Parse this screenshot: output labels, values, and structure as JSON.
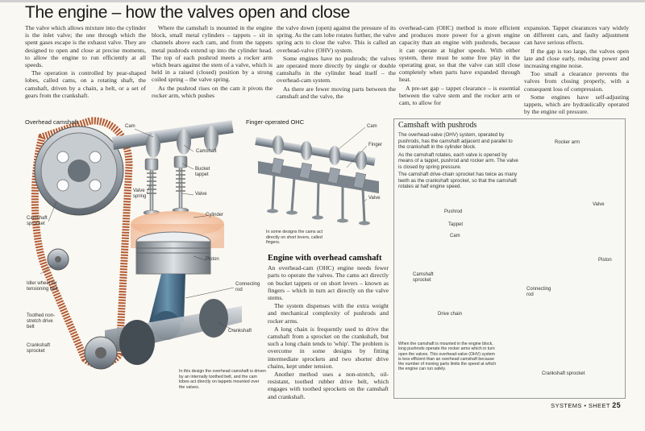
{
  "title": "The engine – how the valves open and close",
  "columns": {
    "col1": [
      "The valve which allows mixture into the cylinder is the inlet valve; the one through which the spent gases escape is the exhaust valve. They are designed to open and close at precise moments, to allow the engine to run efficiently at all speeds.",
      "The operation is controlled by pear-shaped lobes, called cams, on a rotating shaft, the camshaft, driven by a chain, a belt, or a set of gears from the crankshaft."
    ],
    "col2": [
      "Where the camshaft is mounted in the engine block, small metal cylinders – tappets – sit in channels above each cam, and from the tappets metal pushrods extend up into the cylinder head. The top of each pushrod meets a rocker arm which bears against the stem of a valve, which is held in a raised (closed) position by a strong coiled spring – the valve spring.",
      "As the pushrod rises on the cam it pivots the rocker arm, which pushes"
    ],
    "col3": [
      "the valve down (open) against the pressure of its spring. As the cam lobe rotates further, the valve spring acts to close the valve. This is called an overhead-valve (OHV) system.",
      "Some engines have no pushrods; the valves are operated more directly by single or double camshafts in the cylinder head itself – the overhead-cam system.",
      "As there are fewer moving parts between the camshaft and the valve, the"
    ],
    "col4": [
      "overhead-cam (OHC) method is more efficient and produces more power for a given engine capacity than an engine with pushrods, because it can operate at higher speeds. With either system, there must be some free play in the operating gear, so that the valve can still close completely when parts have expanded through heat.",
      "A pre-set gap – tappet clearance – is essential between the valve stem and the rocker arm or cam, to allow for"
    ],
    "col5": [
      "expansion. Tappet clearances vary widely on different cars, and faulty adjustment can have serious effects.",
      "If the gap is too large, the valves open late and close early, reducing power and increasing engine noise.",
      "Too small a clearance prevents the valves from closing properly, with a consequent loss of compression.",
      "Some engines have self-adjusting tappets, which are hydraulically operated by the engine oil pressure."
    ],
    "col6_heading": "Engine with overhead camshaft",
    "col6": [
      "An overhead-cam (OHC) engine needs fewer parts to operate the valves. The cams act directly on bucket tappets or on short levers – known as fingers – which in turn act directly on the valve stems.",
      "The system dispenses with the extra weight and mechanical complexity of pushrods and rocker arms.",
      "A long chain is frequently used to drive the camshaft from a sprocket on the crankshaft, but such a long chain tends to 'whip'. The problem is overcome in some designs by fitting intermediate sprockets and two shorter drive chains, kept under tension.",
      "Another method uses a non-stretch, oil-resistant, toothed rubber drive belt, which engages with toothed sprockets on the camshaft and crankshaft."
    ]
  },
  "ohc_diagram": {
    "title": "Overhead camshaft",
    "labels": {
      "cam": "Cam",
      "camshaft": "Camshaft",
      "bucket_tappet": "Bucket tappet",
      "valve_spring": "Valve spring",
      "valve": "Valve",
      "cylinder": "Cylinder",
      "camshaft_sprocket": "Camshaft sprocket",
      "piston": "Piston",
      "idler": "Idler wheel for tensioning belt",
      "connecting_rod": "Connecting rod",
      "toothed_belt": "Toothed non-stretch drive belt",
      "crankshaft": "Crankshaft",
      "crankshaft_sprocket": "Crankshaft sprocket"
    },
    "caption": "In this design the overhead camshaft is driven by an internally toothed belt, and the cam lobes act directly on tappets mounted over the valves."
  },
  "finger_diagram": {
    "title": "Finger-operated OHC",
    "labels": {
      "cam": "Cam",
      "finger": "Finger",
      "valve": "Valve"
    },
    "caption": "In some designs the cams act directly on short levers, called fingers."
  },
  "pushrod_box": {
    "title": "Camshaft with pushrods",
    "text": [
      "The overhead-valve (OHV) system, operated by pushrods, has the camshaft adjacent and parallel to the crankshaft in the cylinder block.",
      "As the camshaft rotates, each valve is opened by means of a tappet, pushrod and rocker arm. The valve is closed by spring pressure.",
      "The camshaft drive-chain sprocket has twice as many teeth as the crankshaft sprocket, so that the camshaft rotates at half engine speed."
    ],
    "labels": {
      "rocker_arm": "Rocker arm",
      "valve": "Valve",
      "pushrod": "Pushrod",
      "tappet": "Tappet",
      "cam": "Cam",
      "piston": "Piston",
      "camshaft_sprocket": "Camshaft sprocket",
      "connecting_rod": "Connecting rod",
      "drive_chain": "Drive chain",
      "crankshaft_sprocket": "Crankshaft sprocket"
    },
    "caption": "When the camshaft is mounted in the engine block, long pushrods operate the rocker arms which in turn open the valves. This overhead-valve (OHV) system is less efficient than an overhead camshaft because the number of moving parts limits the speed at which the engine can run safely."
  },
  "footer": {
    "section": "SYSTEMS",
    "sep": "•",
    "sheet_label": "SHEET",
    "sheet_number": "25"
  },
  "colors": {
    "belt": "#c0663a",
    "metal": "#9aa3ab",
    "dark_metal": "#4c5560",
    "piston_glow": "#f4c7a8",
    "rod": "#4a6f8a"
  }
}
